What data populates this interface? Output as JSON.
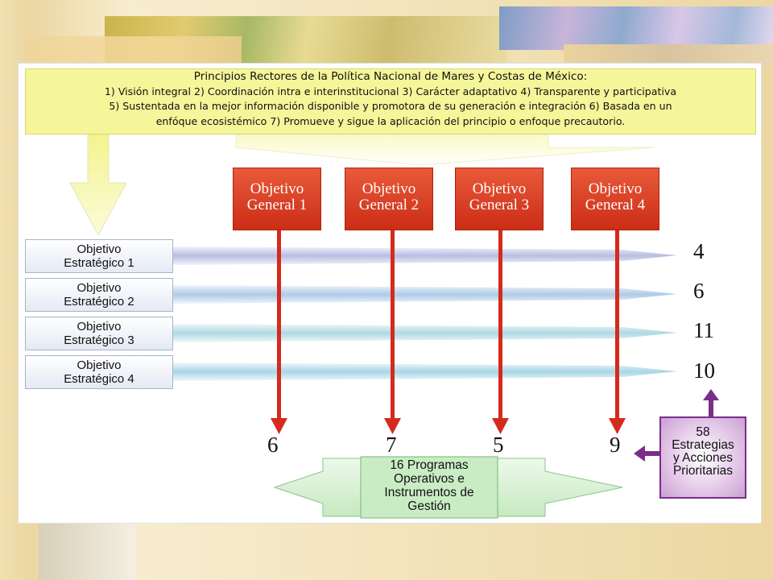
{
  "principles": {
    "title": "Principios Rectores de la Política Nacional de Mares y Costas de México:",
    "line1": "1) Visión integral 2) Coordinación intra e interinstitucional 3) Carácter adaptativo 4) Transparente y participativa",
    "line2": "5) Sustentada en la mejor información disponible y promotora de su generación e integración 6) Basada en un",
    "line3": "enfóque ecosistémico 7) Promueve y sigue la aplicación del principio o enfoque precautorio."
  },
  "objetivos_generales": [
    {
      "line1": "Objetivo",
      "line2": "General 1",
      "count": "6"
    },
    {
      "line1": "Objetivo",
      "line2": "General 2",
      "count": "7"
    },
    {
      "line1": "Objetivo",
      "line2": "General 3",
      "count": "5"
    },
    {
      "line1": "Objetivo",
      "line2": "General 4",
      "count": "9"
    }
  ],
  "objetivos_estrategicos": [
    {
      "line1": "Objetivo",
      "line2": "Estratégico 1",
      "count": "4"
    },
    {
      "line1": "Objetivo",
      "line2": "Estratégico 2",
      "count": "6"
    },
    {
      "line1": "Objetivo",
      "line2": "Estratégico 3",
      "count": "11"
    },
    {
      "line1": "Objetivo",
      "line2": "Estratégico 4",
      "count": "10"
    }
  ],
  "programas": {
    "line1": "16 Programas",
    "line2": "Operativos e",
    "line3": "Instrumentos de",
    "line4": "Gestión"
  },
  "estrategias": {
    "line1": "58",
    "line2": "Estrategias",
    "line3": "y Acciones",
    "line4": "Prioritarias"
  },
  "colors": {
    "principles_fill": "#f5f59a",
    "objetivo_general_fill": "#d9381e",
    "down_arrow": "#d42b1c",
    "estrategias_border": "#7b2d8b",
    "programas_fill": "#c9ecc4"
  }
}
